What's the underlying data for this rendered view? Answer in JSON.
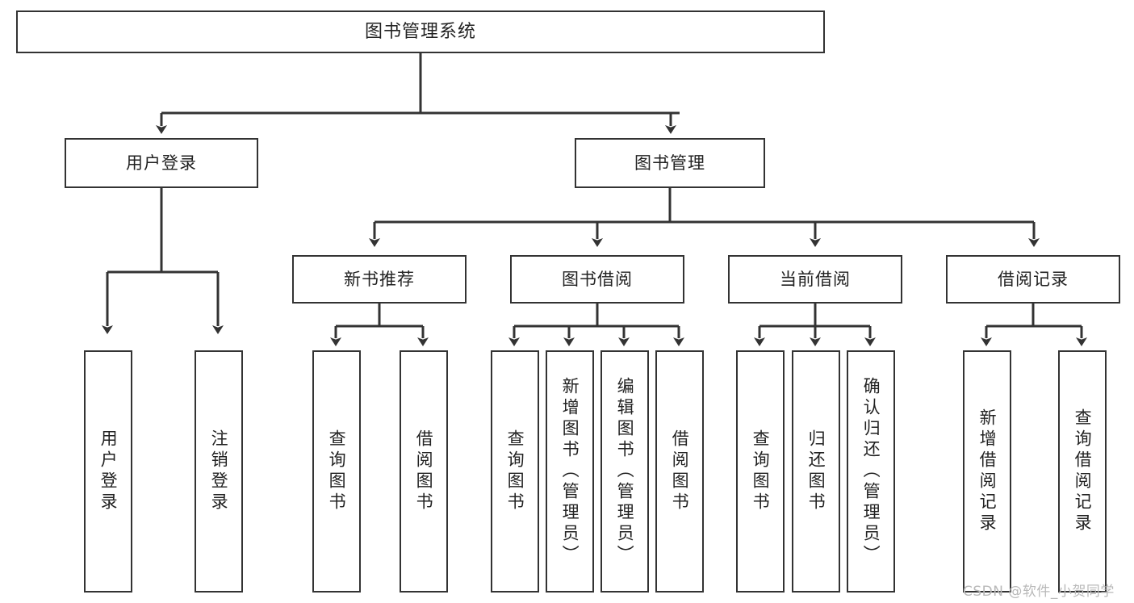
{
  "diagram": {
    "title": "图书管理系统",
    "type": "hierarchy-tree",
    "watermark": "CSDN @软件_小贺同学",
    "colors": {
      "box_border": "#333333",
      "box_fill": "#ffffff",
      "connector": "#333333",
      "text": "#222222",
      "watermark": "#b9b9b9"
    },
    "levels": [
      {
        "level": 1,
        "nodes": [
          {
            "id": "root",
            "label": "图书管理系统",
            "orientation": "horizontal"
          }
        ]
      },
      {
        "level": 2,
        "nodes": [
          {
            "id": "login",
            "label": "用户登录",
            "orientation": "horizontal",
            "parent": "root"
          },
          {
            "id": "bookmgmt",
            "label": "图书管理",
            "orientation": "horizontal",
            "parent": "root"
          }
        ]
      },
      {
        "level": 3,
        "nodes": [
          {
            "id": "newbook",
            "label": "新书推荐",
            "orientation": "horizontal",
            "parent": "bookmgmt"
          },
          {
            "id": "borrow",
            "label": "图书借阅",
            "orientation": "horizontal",
            "parent": "bookmgmt"
          },
          {
            "id": "current",
            "label": "当前借阅",
            "orientation": "horizontal",
            "parent": "bookmgmt"
          },
          {
            "id": "records",
            "label": "借阅记录",
            "orientation": "horizontal",
            "parent": "bookmgmt"
          }
        ]
      },
      {
        "level": 4,
        "nodes": [
          {
            "id": "leaf1",
            "label": "用户登录",
            "orientation": "vertical",
            "parent": "login"
          },
          {
            "id": "leaf2",
            "label": "注销登录",
            "orientation": "vertical",
            "parent": "login"
          },
          {
            "id": "leaf3",
            "label": "查询图书",
            "orientation": "vertical",
            "parent": "newbook"
          },
          {
            "id": "leaf4",
            "label": "借阅图书",
            "orientation": "vertical",
            "parent": "newbook"
          },
          {
            "id": "leaf5",
            "label": "查询图书",
            "orientation": "vertical",
            "parent": "borrow"
          },
          {
            "id": "leaf6",
            "label": "新增图书（管理员）",
            "orientation": "vertical",
            "parent": "borrow"
          },
          {
            "id": "leaf7",
            "label": "编辑图书（管理员）",
            "orientation": "vertical",
            "parent": "borrow"
          },
          {
            "id": "leaf8",
            "label": "借阅图书",
            "orientation": "vertical",
            "parent": "borrow"
          },
          {
            "id": "leaf9",
            "label": "查询图书",
            "orientation": "vertical",
            "parent": "current"
          },
          {
            "id": "leaf10",
            "label": "归还图书",
            "orientation": "vertical",
            "parent": "current"
          },
          {
            "id": "leaf11",
            "label": "确认归还（管理员）",
            "orientation": "vertical",
            "parent": "current"
          },
          {
            "id": "leaf12",
            "label": "新增借阅记录",
            "orientation": "vertical",
            "parent": "records"
          },
          {
            "id": "leaf13",
            "label": "查询借阅记录",
            "orientation": "vertical",
            "parent": "records"
          }
        ]
      }
    ]
  }
}
